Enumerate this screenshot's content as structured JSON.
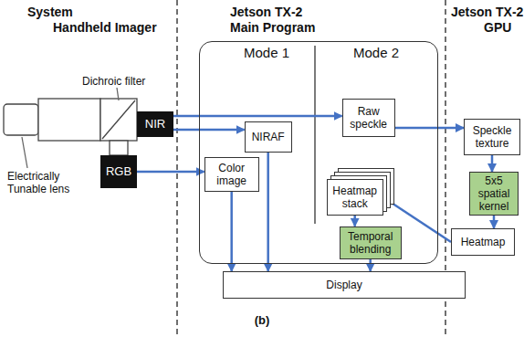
{
  "diagram": {
    "caption": "(b)",
    "nodes": [
      {
        "text": [
          "NIR"
        ]
      },
      {
        "text": [
          "RGB"
        ]
      },
      {
        "text": [
          "Mode 1",
          "Mode 2"
        ]
      },
      {
        "text": [
          "NIRAF"
        ],
        "in": 2
      },
      {
        "text": [
          "Raw speckle"
        ],
        "in": 2
      },
      {
        "text": [
          "Color image"
        ],
        "in": 2
      },
      {
        "text": [
          "Heatmap stack"
        ],
        "in": 2
      },
      {
        "text": [
          "Temporal blending"
        ],
        "in": 2
      },
      {
        "text": [
          "Display"
        ]
      },
      {
        "text": [
          "Speckle texture"
        ]
      },
      {
        "text": [
          "5x5 spatial kernel"
        ]
      },
      {
        "text": [
          "Heatmap"
        ]
      }
    ],
    "edges": [
      {
        "from": 0,
        "to": 4,
        "arrow": "to"
      },
      {
        "from": 0,
        "to": 3,
        "arrow": "to"
      },
      {
        "from": 1,
        "to": 5,
        "arrow": "to"
      },
      {
        "from": 3,
        "to": 8,
        "arrow": "to"
      },
      {
        "from": 5,
        "to": 8,
        "arrow": "to"
      },
      {
        "from": 4,
        "to": 9,
        "arrow": "to"
      },
      {
        "from": 9,
        "to": 10,
        "arrow": "to"
      },
      {
        "from": 10,
        "to": 11,
        "arrow": "to"
      },
      {
        "from": 11,
        "to": 6,
        "arrow": "to"
      },
      {
        "from": 6,
        "to": 7,
        "arrow": "to"
      },
      {
        "from": 7,
        "to": 8,
        "arrow": "to"
      }
    ],
    "labels": [
      "System",
      "Handheld Imager",
      "Jetson TX-2",
      "Main Program",
      "Jetson TX-2",
      "GPU",
      "Dichroic filter",
      "Electrically Tunable lens"
    ]
  }
}
